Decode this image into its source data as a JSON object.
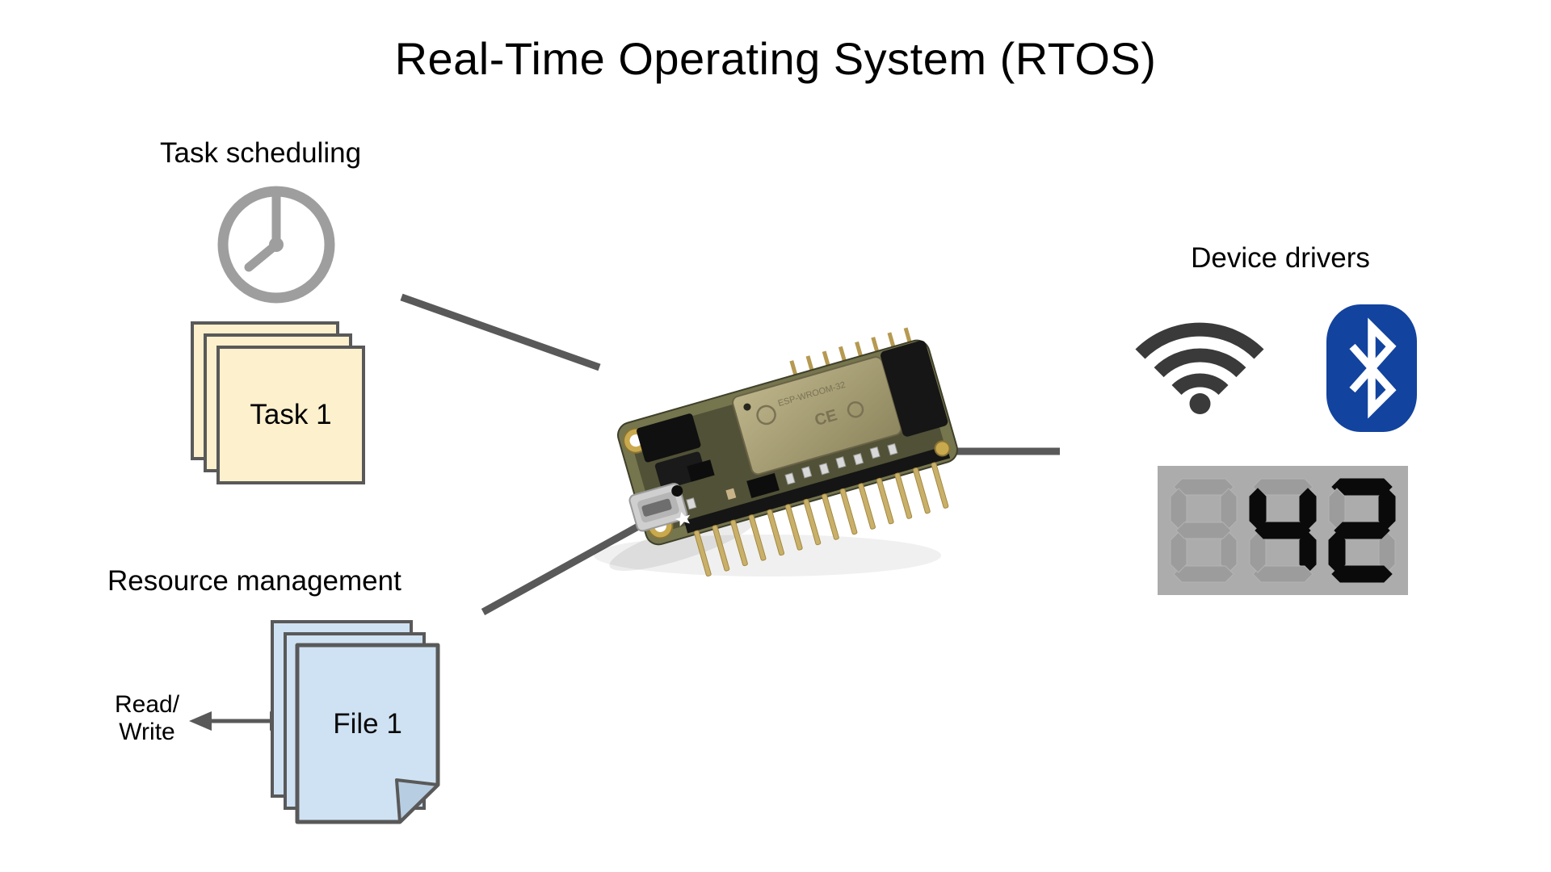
{
  "title": "Real-Time Operating System (RTOS)",
  "task_scheduling": {
    "label": "Task scheduling",
    "card_label": "Task 1"
  },
  "resource_management": {
    "label": "Resource management",
    "file_label": "File 1",
    "io_line1": "Read/",
    "io_line2": "Write"
  },
  "device_drivers": {
    "label": "Device drivers",
    "display_value": "42",
    "display_digits": [
      {
        "glyph": "8",
        "lit": false
      },
      {
        "glyph": "4",
        "lit": true
      },
      {
        "glyph": "2",
        "lit": true
      }
    ]
  },
  "board": {
    "shield_text": "ESP-WROOM-32",
    "ce_mark": "CE"
  },
  "colors": {
    "connector_gray": "#595959",
    "clock_gray": "#9E9E9E",
    "card_yellow": "#FCF0CD",
    "file_blue": "#CFE2F3",
    "file_fold_blue": "#B7CDE2",
    "wifi_dark": "#3A3A3A",
    "bluetooth_blue": "#12439E",
    "display_bg": "#ACACAC",
    "display_off": "#9C9C9C",
    "display_on": "#0A0A0A"
  }
}
